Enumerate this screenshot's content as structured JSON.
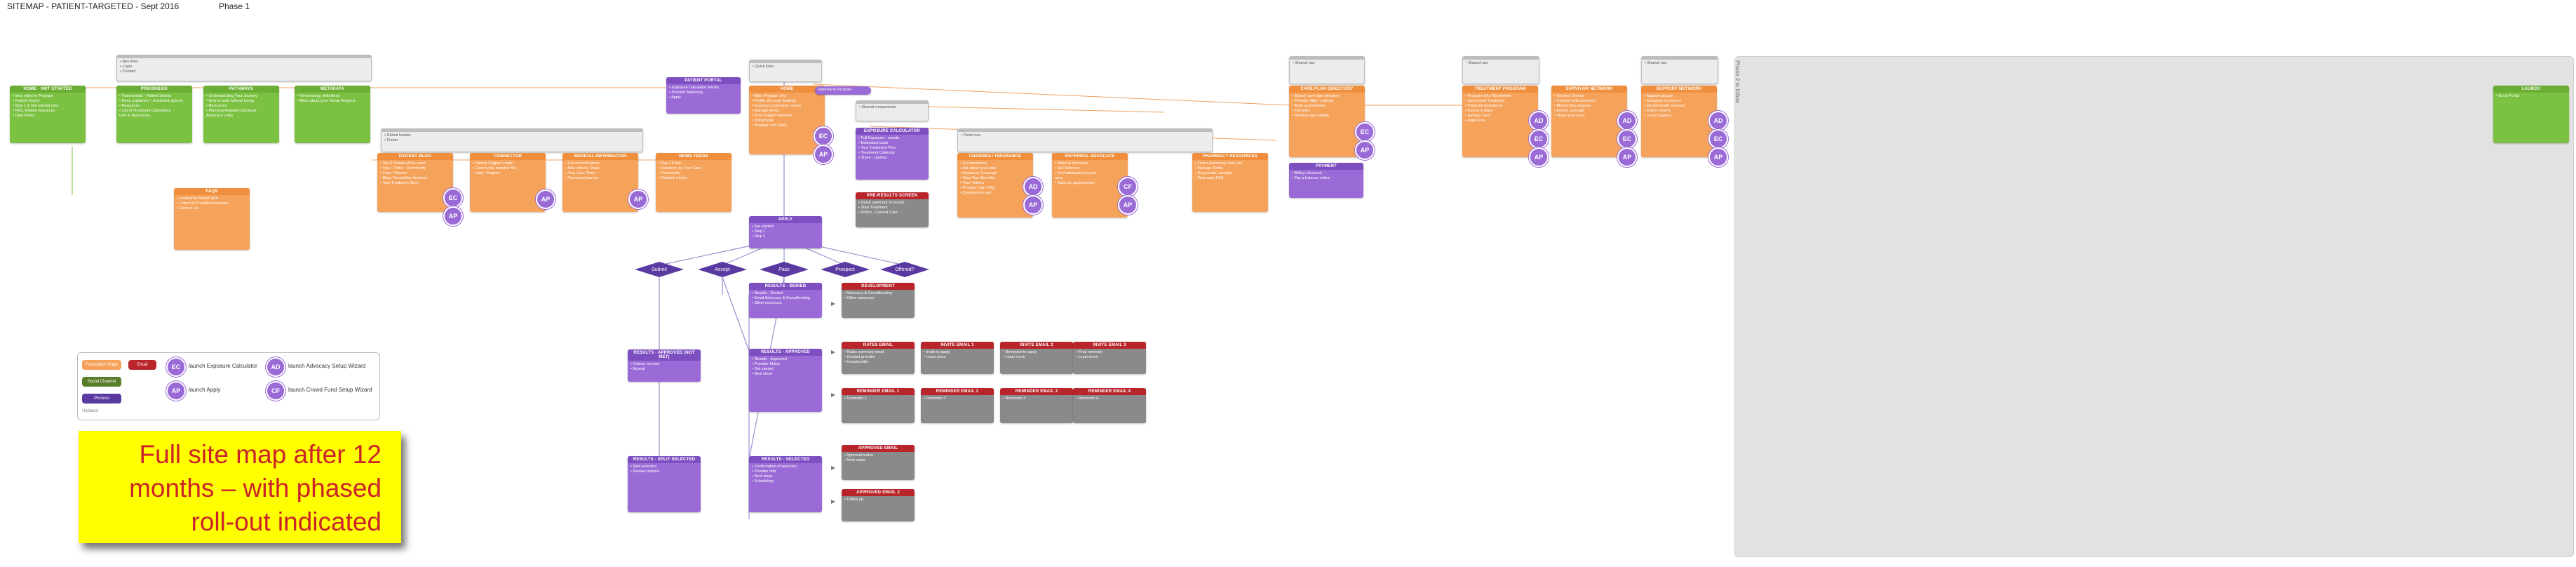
{
  "header": {
    "title": "SITEMAP - PATIENT-TARGETED - Sept 2016",
    "phase": "Phase 1"
  },
  "nodes": {
    "home": {
      "title": "HOME - NOT STARTED",
      "body": "• Intro video to Program\n• Patient Voices\n• Step 1 & Get started now\n• FAQ, Patient resources\n• Data Policy"
    },
    "prognosis": {
      "title": "PROGNOSIS",
      "body": "• Testimonials - Patient Stories\n• Deep explainers - treatment options\n• Resources\n• List of Treatment Calculators\n  Link to Resources"
    },
    "pathways": {
      "title": "PATHWAYS",
      "body": "• Understanding Your Journey\n• How to treat without losing\n• Resources\n• Planning Regular Checkups\n  Advocacy Links"
    },
    "metadata": {
      "title": "METADATA",
      "body": "• Terminology, definitions\n• More about your Tissue Analysis"
    },
    "faqs": {
      "title": "FAQS",
      "body": "• Frequently Asked Q&A\n• Linked to Provider resources\n• Contact Us"
    },
    "assess": {
      "title": "PATIENT BLOG",
      "body": "• Top 5 Stories of the week\n• Tips / Tricks - Community\n• Links / Stories\n• Blog / Newsletter Archives\n• Your Treatment Story"
    },
    "connector": {
      "title": "CONNECTOR",
      "body": "• Patient Support center\n• Community member Bio\n• Help / Support"
    },
    "medstatus": {
      "title": "MEDICAL INFORMATION",
      "body": "• List of medications\n• Side effects, Risks\n• Your Care Team\n• Treatment journey"
    },
    "newsfeed": {
      "title": "NEWS FEEDS",
      "body": "• Pay 2 Pasts\n• Research by Your Care\n• Community\n• Related articles"
    },
    "portal": {
      "title": "PATIENT PORTAL",
      "body": "• Exposure Calculator results\n• Provider Matching\n• Apply"
    },
    "gateway": {
      "title": "HOME",
      "body": "• Main Program Info\n• Profile, Account Settings\n• Exposure Calculator results\n• Manage Alerts\n• Your Support Network\n• Documents\n• Provider List / FAQ"
    },
    "exposure": {
      "title": "EXPOSURE CALCULATOR",
      "body": "• Full Exposure - results\n• Estimated costs\n• Your Treatment Plan\n• Treatment Calendar\n• Share - options"
    },
    "preresults": {
      "title": "PRE-RESULTS SCREEN",
      "body": "• Quick summary of results\n• Start Treatment\n• Notice - Consult Care"
    },
    "changes": {
      "title": "CHANGES / INSURANCE",
      "body": "• Get Insurance\n• Ask about your plan\n• Insurance Coverage\n• View Your Benefits\n• Tips / Advice\n• Provider List / FAQ\n• Questions to ask"
    },
    "referral": {
      "title": "REFERRAL ADVOCATE",
      "body": "• Referral Advocate\n• Get Referred\n• Find advocates in your\n  area\n• Make an appointment"
    },
    "pharmacy": {
      "title": "PHARMACY RESOURCES",
      "body": "• Find a pharmacy near you\n• Manage Refills\n• Drug costs / savings\n• Pharmacy FAQ"
    },
    "careplan": {
      "title": "CARE PLAN DIRECTORY",
      "body": "• Search care plan directory\n• Provider Map / Listings\n• Book appointment\n• Favorites\n• Reviews and ratings"
    },
    "treatment": {
      "title": "TREATMENT PROGRAM",
      "body": "• Program info / Enrollment\n• Sponsored Treatment\n• Financial Assistance\n• Payment plans\n• Savings card\n• Apply now"
    },
    "survivor": {
      "title": "SURVIVOR NETWORK",
      "body": "• Survivor Stories\n• Connect with survivors\n• Mentorship program\n• Events calendar\n• Share your story"
    },
    "support": {
      "title": "SUPPORT NETWORK",
      "body": "• Support groups\n• Caregiver resources\n• Mental health services\n• Online forums\n• Local chapters"
    },
    "payment": {
      "title": "PAYMENT",
      "body": "• Billing / Account\n• Pay a balance online"
    },
    "launch": {
      "title": "LAUNCH",
      "body": "• Go to Portal"
    },
    "apply": {
      "title": "APPLY",
      "body": "• Get started\n• Step 1\n• Step 2"
    },
    "rdenied": {
      "title": "RESULTS - DENIED",
      "body": "• Results - Denied\n• Email Advocacy & Crowdfunding\n• Other resources"
    },
    "devcenter": {
      "title": "DEVELOPMENT",
      "body": "• Advocacy & Crowdfunding\n• Other resources"
    },
    "rapproved": {
      "title": "RESULTS - APPROVED",
      "body": "• Results - Approved\n• Provider Match\n• Get started\n• Next steps"
    },
    "rappdeny": {
      "title": "RESULTS - APPROVED (NOT MET)",
      "body": "• Criteria not met\n• Appeal"
    },
    "rselected": {
      "title": "RESULTS - SELECTED",
      "body": "• Confirmation of selection\n• Provider info\n• Next steps\n• Scheduling"
    },
    "rsplit": {
      "title": "RESULTS - SPLIT SELECTED",
      "body": "• Split selection\n• Review options"
    },
    "email1": {
      "title": "RATES EMAIL",
      "body": "• Rates summary email\n• Contact provider\n• Unsubscribe"
    },
    "email2": {
      "title": "INVITE EMAIL 1",
      "body": "• Invite to apply\n• Learn more"
    },
    "email3": {
      "title": "INVITE EMAIL 2",
      "body": "• Reminder to apply\n• Learn more"
    },
    "email4": {
      "title": "INVITE EMAIL 3",
      "body": "• Final reminder\n• Learn more"
    },
    "email5": {
      "title": "REMINDER EMAIL 1",
      "body": "• Reminder 1"
    },
    "email6": {
      "title": "REMINDER EMAIL 2",
      "body": "• Reminder 2"
    },
    "email7": {
      "title": "REMINDER EMAIL 3",
      "body": "• Reminder 3"
    },
    "email8": {
      "title": "REMINDER EMAIL 4",
      "body": "• Reminder 4"
    },
    "approvedemail": {
      "title": "APPROVED EMAIL",
      "body": "• Approval notice\n• Next steps"
    },
    "approved2": {
      "title": "APPROVED EMAIL 2",
      "body": "• Follow up"
    },
    "lg1": {
      "title": "",
      "body": "• Nav links\n• Login\n• Contact"
    },
    "lg2": {
      "title": "",
      "body": "• Global header\n• Footer"
    },
    "lg3": {
      "title": "",
      "body": "• Quick links"
    },
    "lg4": {
      "title": "",
      "body": "• Shared components"
    },
    "lg5": {
      "title": "",
      "body": "• Portal nav"
    },
    "lg6": {
      "title": "",
      "body": "• Shared nav"
    },
    "lg7": {
      "title": "",
      "body": "• Shared nav"
    },
    "lg8": {
      "title": "",
      "body": "• Shared nav"
    }
  },
  "badges": {
    "ec": "EC",
    "ap": "AP",
    "ad": "AD",
    "cf": "CF"
  },
  "decisions": {
    "d1": "Submit",
    "d2": "Accept",
    "d3": "Pass",
    "d4": "Prospect",
    "d5": "Offered?"
  },
  "pill_link": "Referral to Provider",
  "legend": {
    "chip_orange": "Foundation Page",
    "chip_red": "Email",
    "chip_green": "Social Channel",
    "chip_purple": "Process",
    "ec": "launch Exposure Calculator",
    "ap": "launch Apply",
    "ad": "launch Advocacy Setup Wizard",
    "cf": "launch Crowd Fund Setup Wizard",
    "footnote": "Updated"
  },
  "callout": "Full site map after 12 months – with phased roll-out indicated",
  "right_panel_label": "Phase 2 to follow"
}
